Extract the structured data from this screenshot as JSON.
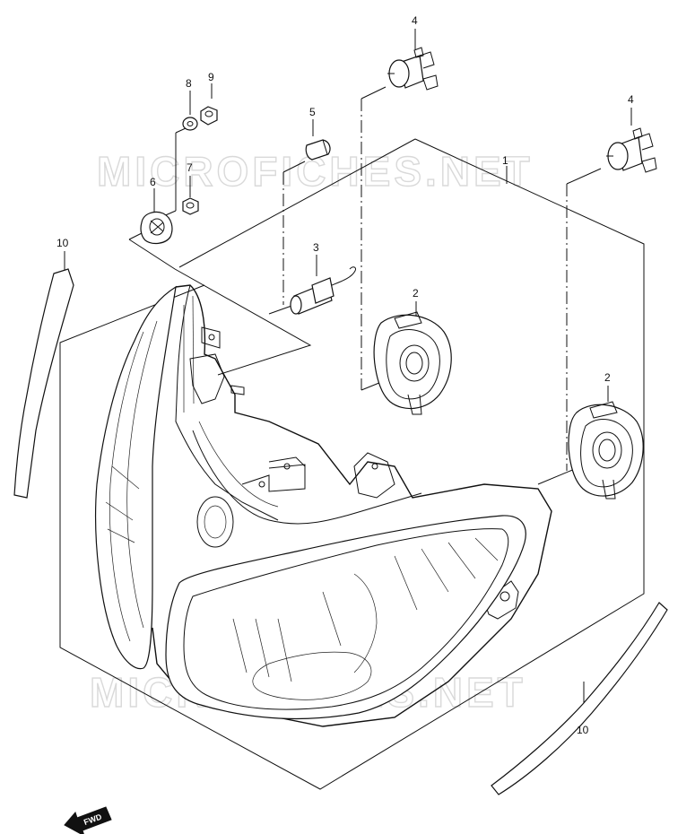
{
  "watermark": {
    "top": "MICROFICHES.NET",
    "bottom": "MICROFICHES.NET"
  },
  "callouts": {
    "headlamp_assembly": "1",
    "socket_left": "2",
    "socket_right": "2",
    "position_bulb_socket": "3",
    "headlamp_bulb_top": "4",
    "headlamp_bulb_right": "4",
    "position_bulb": "5",
    "grommet": "6",
    "nut_lower": "7",
    "washer": "8",
    "nut_upper": "9",
    "seal_left": "10",
    "seal_right": "10"
  },
  "fwd_indicator": "FWD"
}
